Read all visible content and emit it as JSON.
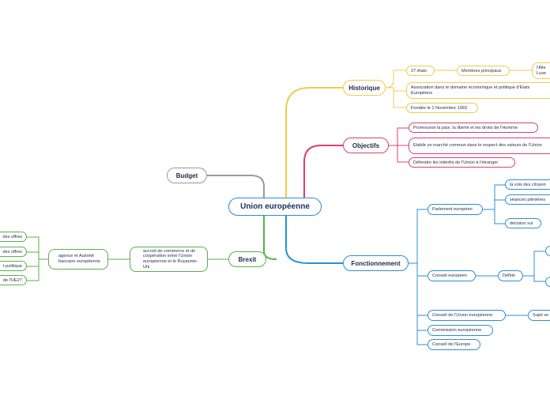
{
  "root": "Union européenne",
  "historique": {
    "title": "Historique",
    "etats": "27 états",
    "membres": "Membres principaux",
    "membres_detail": "l'Alle Luxe",
    "association": "Association dans le domaine économique et politique d'Etats Européens",
    "fondee": "Fondée le 1 Novembre 1993"
  },
  "objectifs": {
    "title": "Objectifs",
    "items": [
      "Promouvoir la paix, la liberté et les droits de l'Homme",
      "Etablir un marché commun dans le respect des valeurs de l'Union",
      "Défendre les intérêts de l'Union à l'étranger"
    ]
  },
  "fonctionnement": {
    "title": "Fonctionnement",
    "parlement": "Parlement européen",
    "voix": "la voix des citoyen",
    "seances": "séances plénières",
    "decision": "décision sur",
    "conseil_europeen": "Conseil européen",
    "definir": "Définir",
    "conseil_ue": "Conseil de l'Union européenne",
    "sujet": "Sujet se",
    "commission": "Commission européenne",
    "conseil_europe": "Conseil de l'Europe"
  },
  "budget": {
    "title": "Budget"
  },
  "brexit": {
    "title": "Brexit",
    "accord": "accord de commerce et de coopération entre l'Union européenne et le Royaume-Uni",
    "agence": "agence et Autorité bancaire européenne",
    "leafs": [
      "des offres",
      "des offres",
      "t politique",
      "de l'UE27"
    ]
  },
  "colors": {
    "historique": "#f2c94c",
    "objectifs": "#d9406e",
    "fonctionnement": "#2b8fd6",
    "brexit": "#5ab04a",
    "budget": "#9a9a9a"
  }
}
